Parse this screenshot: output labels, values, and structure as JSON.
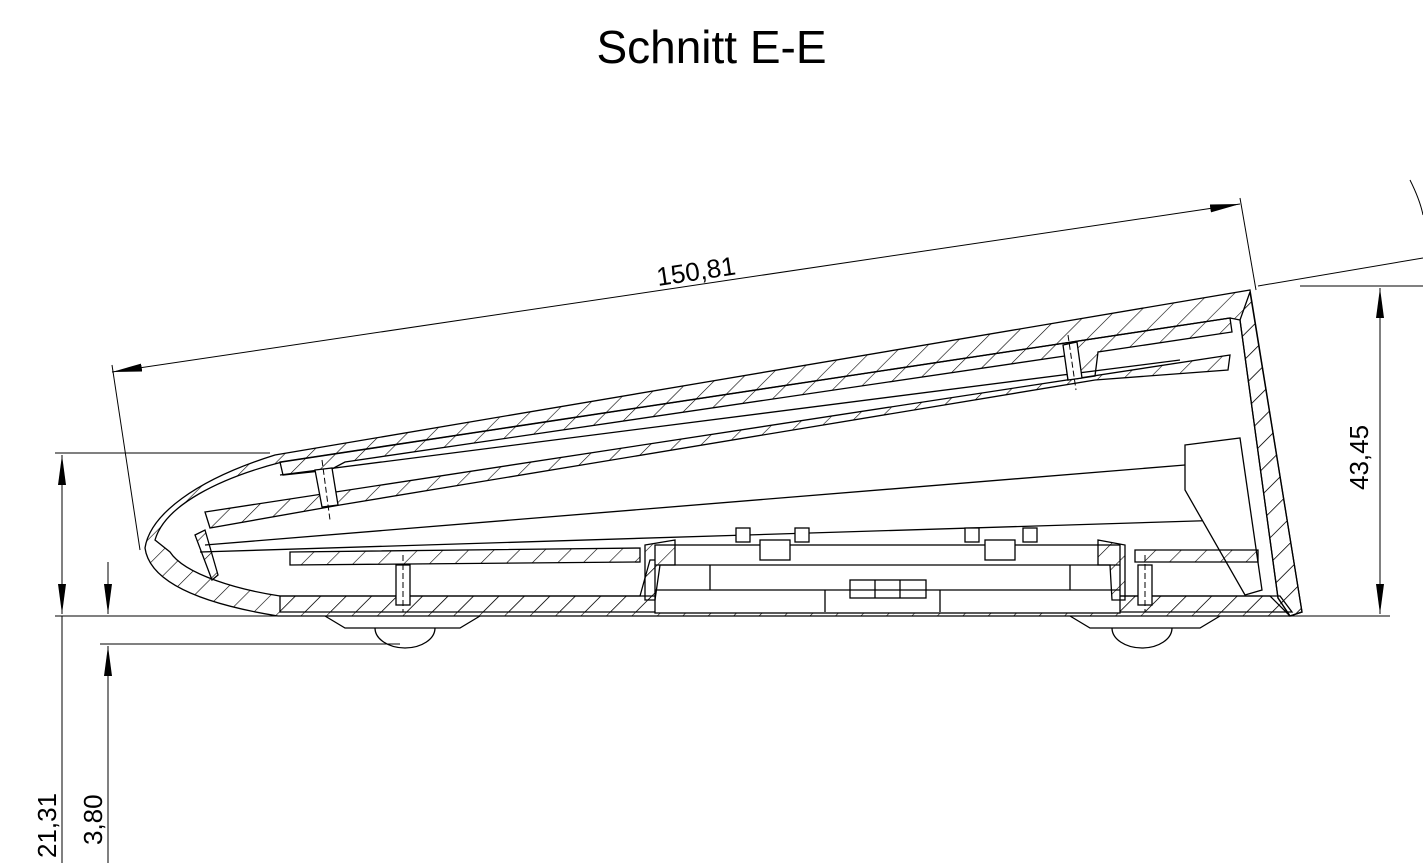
{
  "title": "Schnitt E-E",
  "dimensions": {
    "overall_length": "150,81",
    "height": "43,45",
    "total_height": "21,31",
    "foot_height": "3,80"
  }
}
